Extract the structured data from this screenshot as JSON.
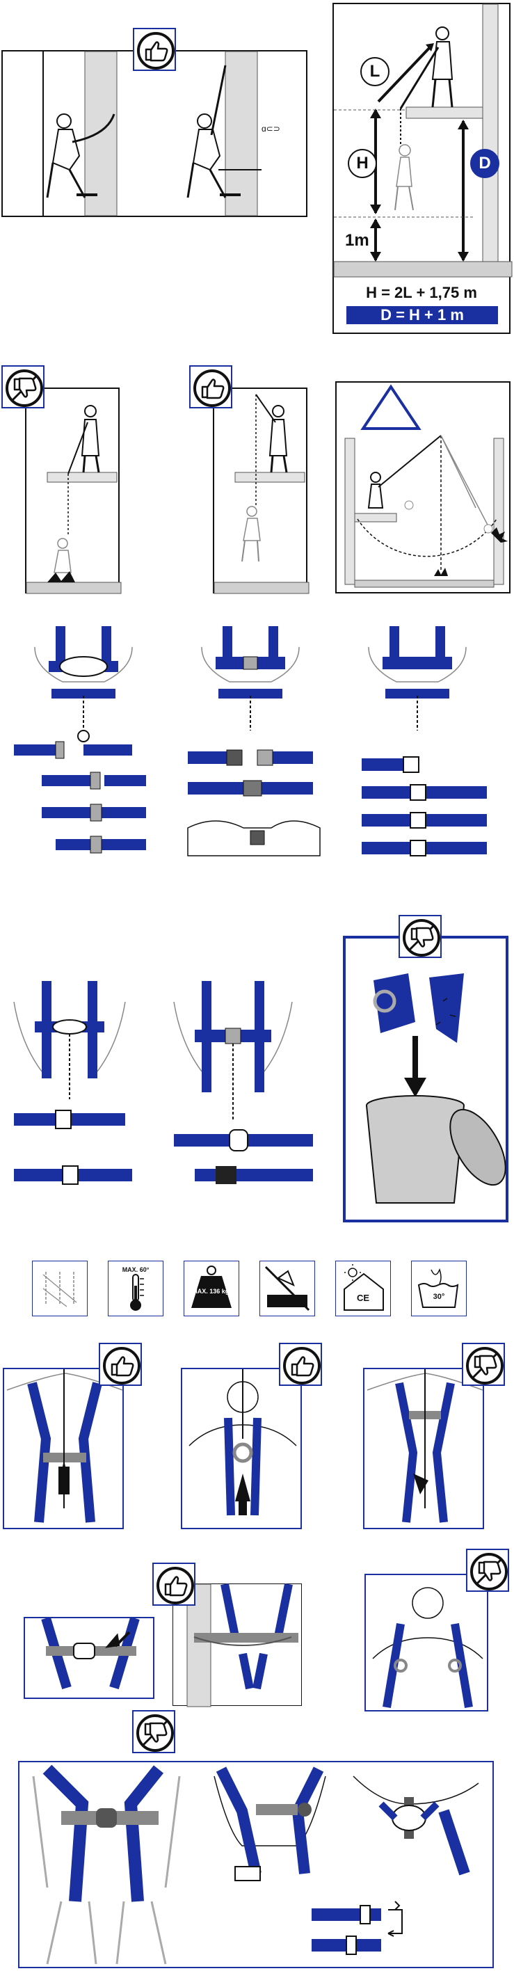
{
  "section_anchor": {
    "thumb": "thumbs-up-icon",
    "carabiner_label": "ɑ⊂⊃"
  },
  "section_fall_clearance": {
    "label_L": "L",
    "label_H": "H",
    "label_D": "D",
    "label_1m": "1m",
    "formula_h": "H = 2L + 1,75 m",
    "formula_d": "D = H + 1 m"
  },
  "section_fall_examples": {
    "panel1_icon": "thumbs-down-icon",
    "panel2_icon": "thumbs-up-icon",
    "panel3_icon": "warning-triangle-icon"
  },
  "section_disposal": {
    "icon": "thumbs-down-icon"
  },
  "care_icons": [
    {
      "name": "stitching-icon",
      "text": ""
    },
    {
      "name": "temperature-icon",
      "text": "MAX. 60°"
    },
    {
      "name": "max-load-icon",
      "text": "MAX. 136 kg."
    },
    {
      "name": "no-chemicals-icon",
      "text": ""
    },
    {
      "name": "storage-ce-icon",
      "text": "CE"
    },
    {
      "name": "wash-icon",
      "text": "30°"
    }
  ],
  "section_fitting": {
    "panel1_icon": "thumbs-up-icon",
    "panel2_icon": "thumbs-up-icon",
    "panel3_icon": "thumbs-down-icon",
    "panel4_icon": "thumbs-up-icon",
    "panel5_icon": "thumbs-down-icon",
    "panel6_icon": "thumbs-down-icon"
  },
  "colors": {
    "brand_blue": "#1a2fa0",
    "light_blue": "#8fa0e0",
    "line": "#111111",
    "grey": "#888888"
  }
}
